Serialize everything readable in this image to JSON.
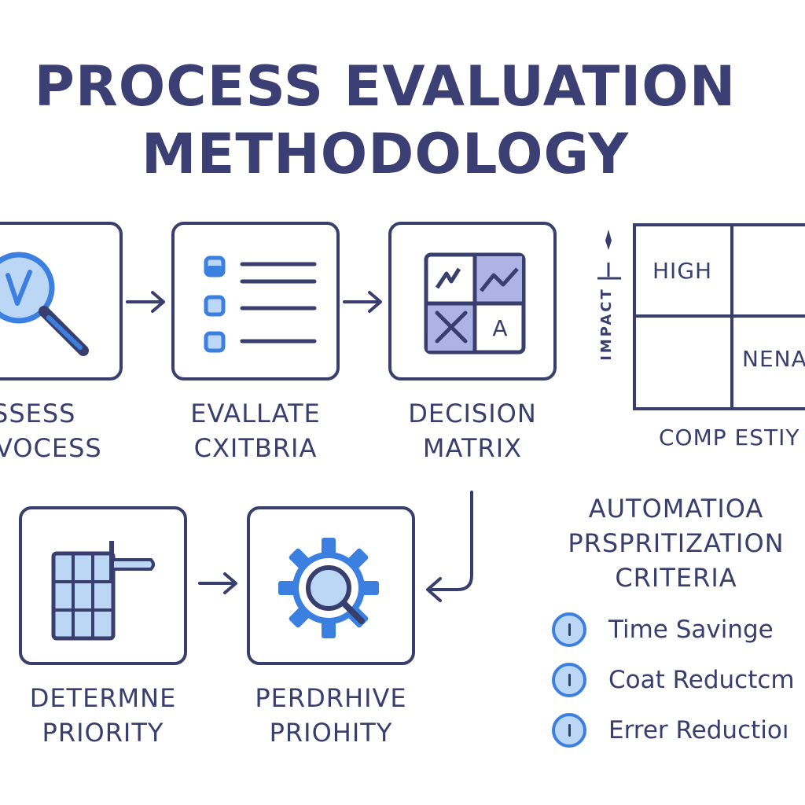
{
  "title": {
    "line1": "PROCESS EVALUATION",
    "line2": "METHODOLOGY"
  },
  "steps": [
    {
      "line1": "SSESS",
      "line2": "VOCESS",
      "icon": "magnifier-check-icon"
    },
    {
      "line1": "EVALLATE",
      "line2": "CXITBRIA",
      "icon": "checklist-icon"
    },
    {
      "line1": "DECISION",
      "line2": "MATRIX",
      "icon": "matrix-grid-icon",
      "cell_letter": "A"
    },
    {
      "line1": "DETERMNE",
      "line2": "PRIORITY",
      "icon": "priority-grid-icon"
    },
    {
      "line1": "PERDRHIVE",
      "line2": "PRIOHITY",
      "icon": "gear-search-icon"
    }
  ],
  "matrix": {
    "top_left": "HIGH",
    "bottom_right": "NENA",
    "x_axis_label": "COMP ESTIY",
    "y_axis_label": "IMPACT"
  },
  "criteria": {
    "title_lines": [
      "AUTOMATIOA",
      "PRSPRITIZATION",
      "CRITERIA"
    ],
    "items": [
      "Time Savinge",
      "Coat Reductcm",
      "Errer Reductioı"
    ]
  },
  "colors": {
    "navy": "#383e6e",
    "blue": "#3b7fe0",
    "light_blue": "#bcd6f6",
    "lavender": "#aeb3e6"
  }
}
